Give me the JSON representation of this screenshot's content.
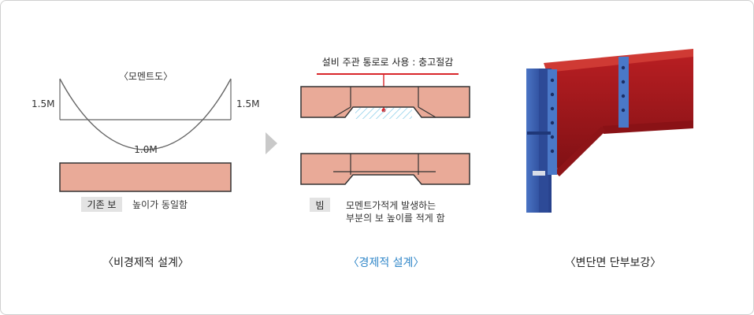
{
  "left_panel": {
    "moment_title": "〈모멘트도〉",
    "moment_left": "1.5M",
    "moment_right": "1.5M",
    "moment_bottom": "1.0M",
    "tag": "기존 보",
    "note": "높이가 동일함",
    "caption": "〈비경제적 설계〉"
  },
  "middle_panel": {
    "top_label": "설비 주관 통로로 사용 : 충고절감",
    "tag": "빔",
    "note_line1": "모멘트가적게 발생하는",
    "note_line2": "부분의 보 높이를 적게 함",
    "caption": "〈경제적 설계〉"
  },
  "right_panel": {
    "caption": "〈변단면 단부보강〉"
  },
  "colors": {
    "beam_fill": "#e9aa98",
    "highlight_red": "#d9262b",
    "caption_blue": "#2f86c8",
    "steel_blue": "#3a5fb0",
    "steel_red": "#a3181c"
  }
}
